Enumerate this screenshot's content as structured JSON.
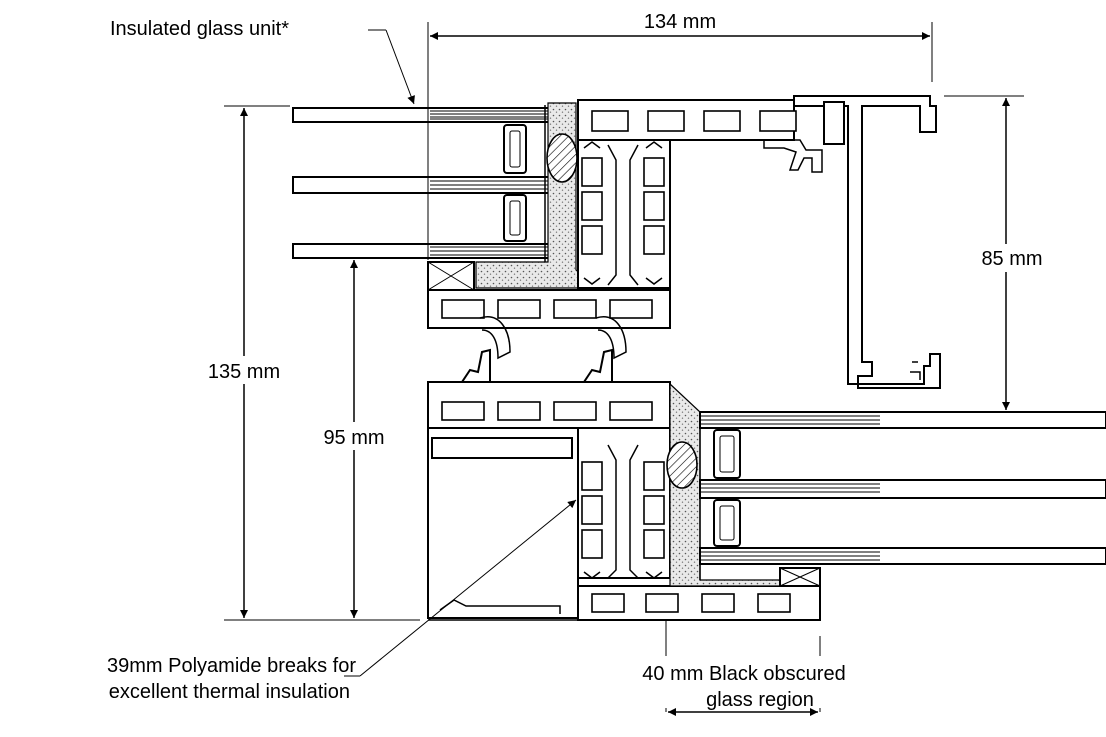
{
  "labels": {
    "overall_width": "134 mm",
    "overall_height": "135 mm",
    "lower_height": "95 mm",
    "vent_height": "85 mm",
    "glass_unit": "Insulated glass unit*",
    "polyamide_line1": "39mm Polyamide breaks for",
    "polyamide_line2": "excellent thermal insulation",
    "obscured_line1": "40 mm Black obscured",
    "obscured_line2": "glass region"
  },
  "colors": {
    "line": "#000000",
    "background": "#ffffff",
    "sealant_fill": "#d9d9d9"
  }
}
